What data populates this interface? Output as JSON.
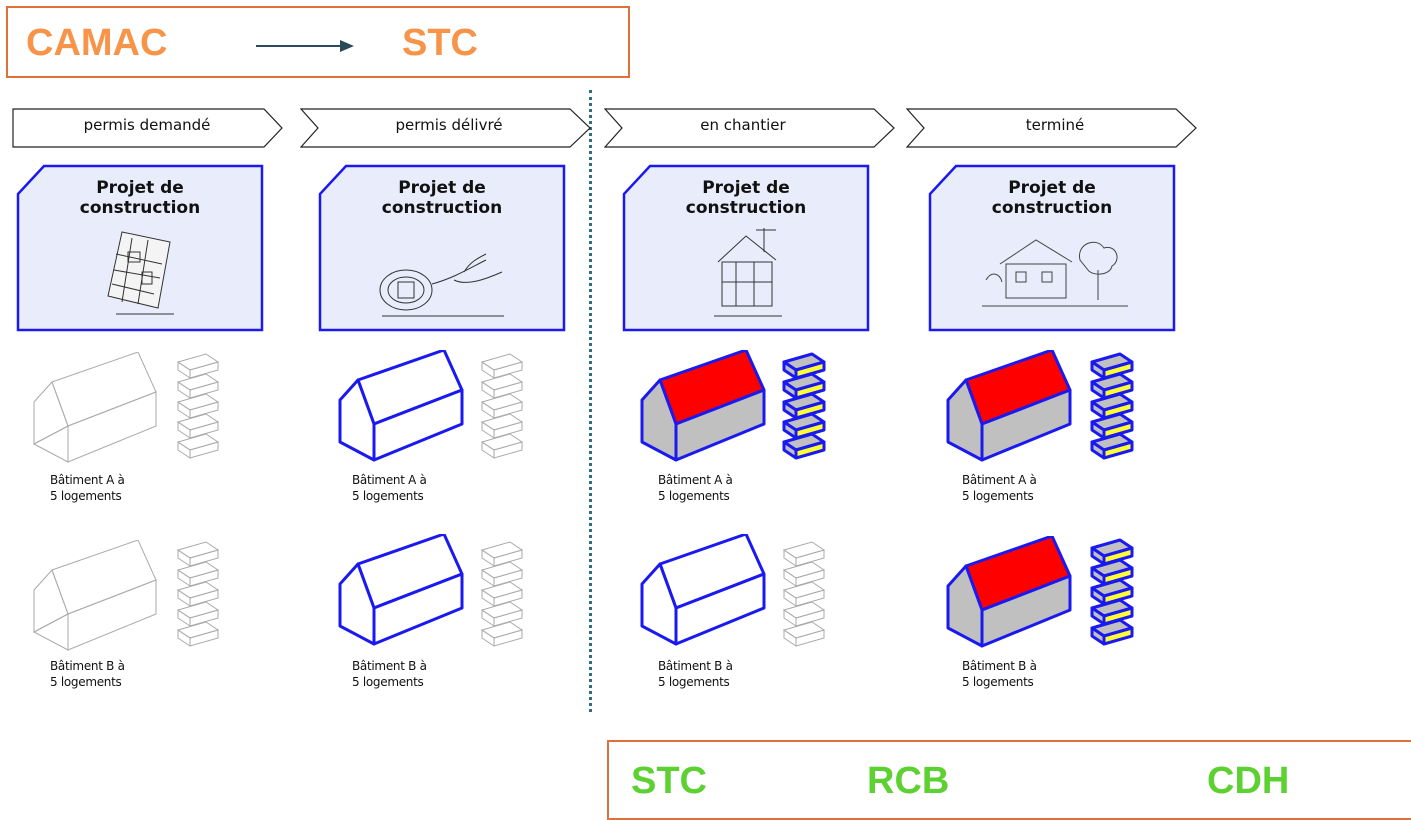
{
  "header": {
    "from_label": "CAMAC",
    "to_label": "STC"
  },
  "stages": [
    {
      "label": "permis demandé",
      "card_title_1": "Projet de",
      "card_title_2": "construction",
      "sketch_icon": "plan-sketch-icon",
      "building_a": {
        "line1": "Bâtiment A à",
        "line2": "5 logements",
        "state": "not-started"
      },
      "building_b": {
        "line1": "Bâtiment B à",
        "line2": "5 logements",
        "state": "not-started"
      }
    },
    {
      "label": "permis délivré",
      "card_title_1": "Projet de",
      "card_title_2": "construction",
      "sketch_icon": "permit-seal-sketch-icon",
      "building_a": {
        "line1": "Bâtiment A à",
        "line2": "5 logements",
        "state": "approved"
      },
      "building_b": {
        "line1": "Bâtiment B à",
        "line2": "5 logements",
        "state": "approved"
      }
    },
    {
      "label": "en chantier",
      "card_title_1": "Projet de",
      "card_title_2": "construction",
      "sketch_icon": "construction-sketch-icon",
      "building_a": {
        "line1": "Bâtiment A à",
        "line2": "5 logements",
        "state": "built"
      },
      "building_b": {
        "line1": "Bâtiment B à",
        "line2": "5 logements",
        "state": "approved"
      }
    },
    {
      "label": "terminé",
      "card_title_1": "Projet de",
      "card_title_2": "construction",
      "sketch_icon": "finished-house-sketch-icon",
      "building_a": {
        "line1": "Bâtiment A à",
        "line2": "5 logements",
        "state": "built"
      },
      "building_b": {
        "line1": "Bâtiment B à",
        "line2": "5 logements",
        "state": "built"
      }
    }
  ],
  "footer": {
    "label_1": "STC",
    "label_2": "RCB",
    "label_3": "CDH"
  },
  "colors": {
    "orange": "#f7944a",
    "green": "#5ed132",
    "card_fill": "#e8ecfb",
    "card_border": "#1a1af0",
    "roof_red": "#ff0000",
    "wall_gray": "#c0c0c0",
    "floor_yellow": "#ffff33"
  }
}
